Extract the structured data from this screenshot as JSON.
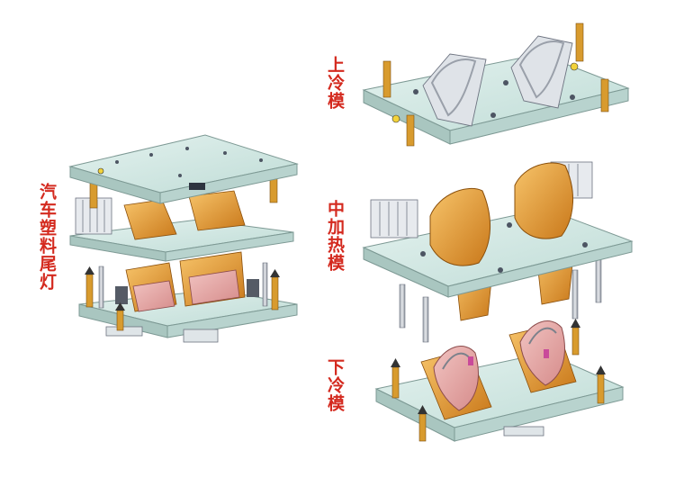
{
  "labels": {
    "main_assembly": "汽车塑料尾灯",
    "upper_cold_mold": "上冷模",
    "middle_heat_mold": "中加热模",
    "lower_cold_mold": "下冷模"
  },
  "colors": {
    "plate": "#cfe6e1",
    "plate_edge": "#8fa9a4",
    "orange": "#e49a2c",
    "orange_dark": "#b86d12",
    "pink": "#e7a6a6",
    "steel": "#c9ccd2",
    "steel_dark": "#6d7380",
    "label_red": "#d42a1f"
  }
}
